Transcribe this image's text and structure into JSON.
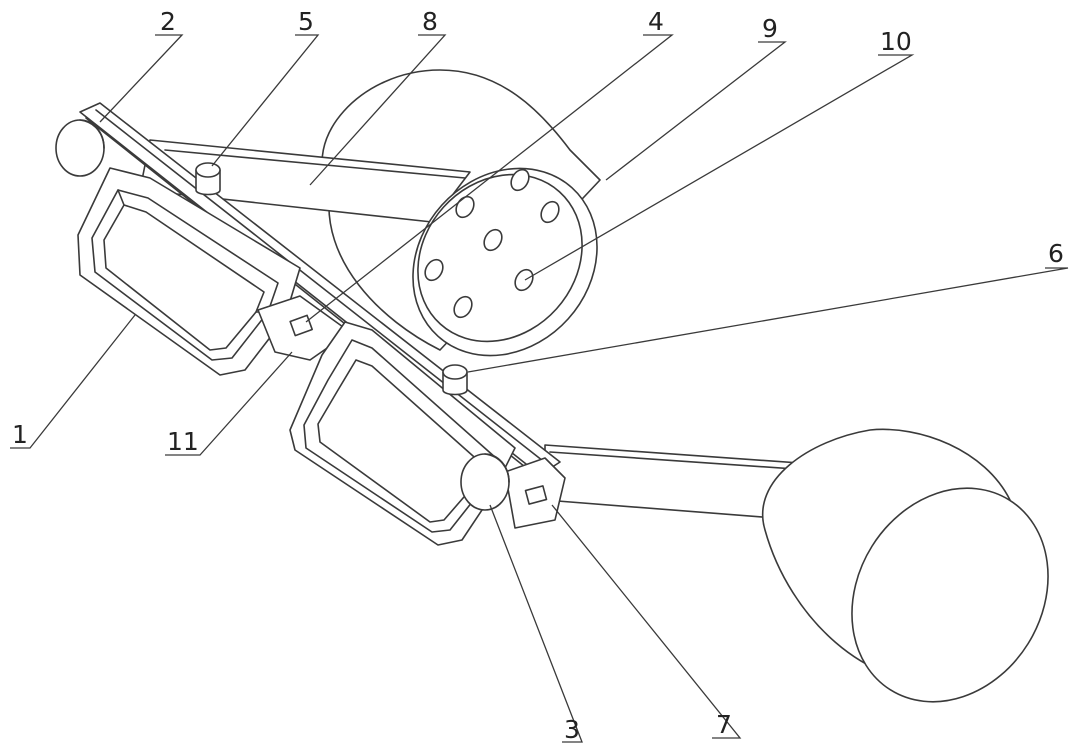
{
  "figure": {
    "labels": [
      {
        "id": "label-1",
        "text": "1"
      },
      {
        "id": "label-2",
        "text": "2"
      },
      {
        "id": "label-3",
        "text": "3"
      },
      {
        "id": "label-4",
        "text": "4"
      },
      {
        "id": "label-5",
        "text": "5"
      },
      {
        "id": "label-6",
        "text": "6"
      },
      {
        "id": "label-7",
        "text": "7"
      },
      {
        "id": "label-8",
        "text": "8"
      },
      {
        "id": "label-9",
        "text": "9"
      },
      {
        "id": "label-10",
        "text": "10"
      },
      {
        "id": "label-11",
        "text": "11"
      }
    ]
  }
}
